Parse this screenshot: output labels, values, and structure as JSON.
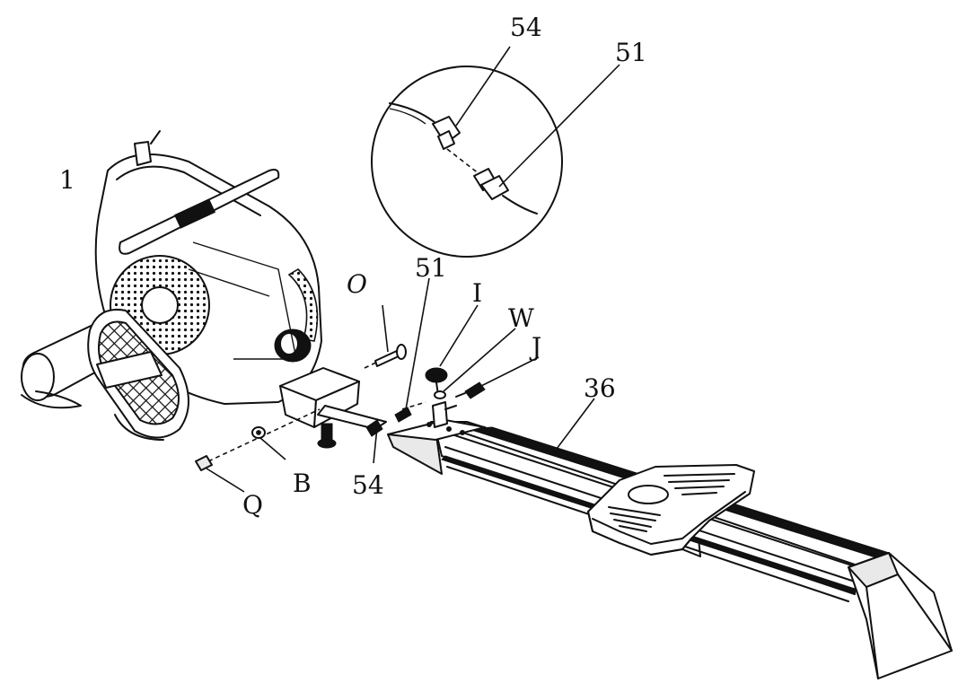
{
  "callouts": {
    "detail_54": "54",
    "detail_51": "51",
    "part_1": "1",
    "part_O": "O",
    "part_51": "51",
    "part_I": "I",
    "part_W": "W",
    "part_J": "J",
    "part_36": "36",
    "part_54": "54",
    "part_B": "B",
    "part_Q": "Q"
  },
  "colors": {
    "ink": "#111111",
    "paper": "#ffffff"
  }
}
